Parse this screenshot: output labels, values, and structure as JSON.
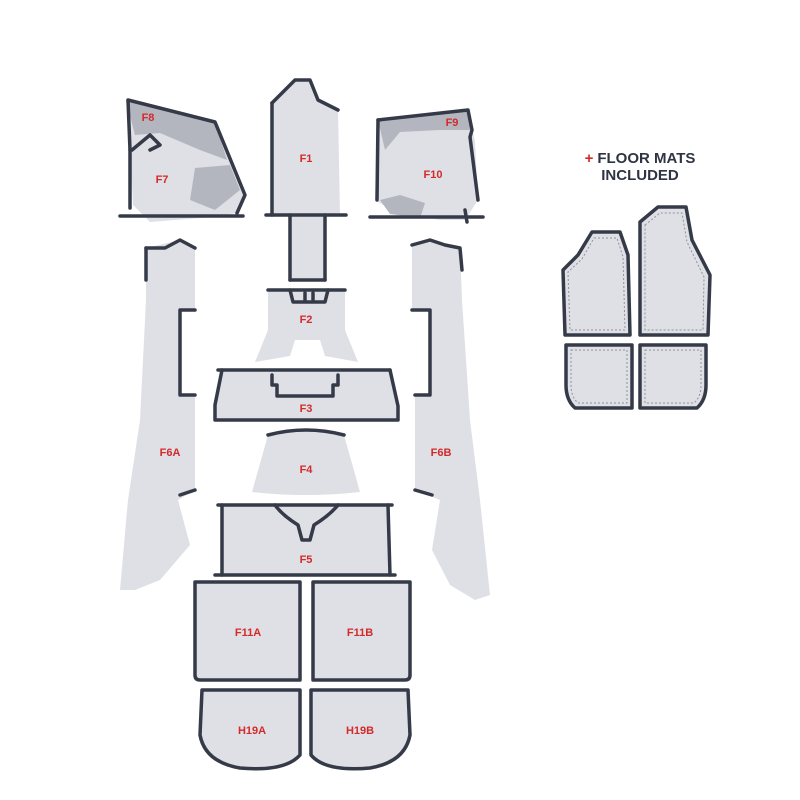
{
  "colors": {
    "panel": "#dfe0e6",
    "shade": "#b4b6bf",
    "outline": "#353a48",
    "label": "#d42a2a",
    "heading": "#2f3443"
  },
  "heading": {
    "plus": "+",
    "line1": "FLOOR MATS",
    "line2": "INCLUDED"
  },
  "labels": {
    "F1": "F1",
    "F2": "F2",
    "F3": "F3",
    "F4": "F4",
    "F5": "F5",
    "F6A": "F6A",
    "F6B": "F6B",
    "F7": "F7",
    "F8": "F8",
    "F9": "F9",
    "F10": "F10",
    "F11A": "F11A",
    "F11B": "F11B",
    "H19A": "H19A",
    "H19B": "H19B"
  }
}
